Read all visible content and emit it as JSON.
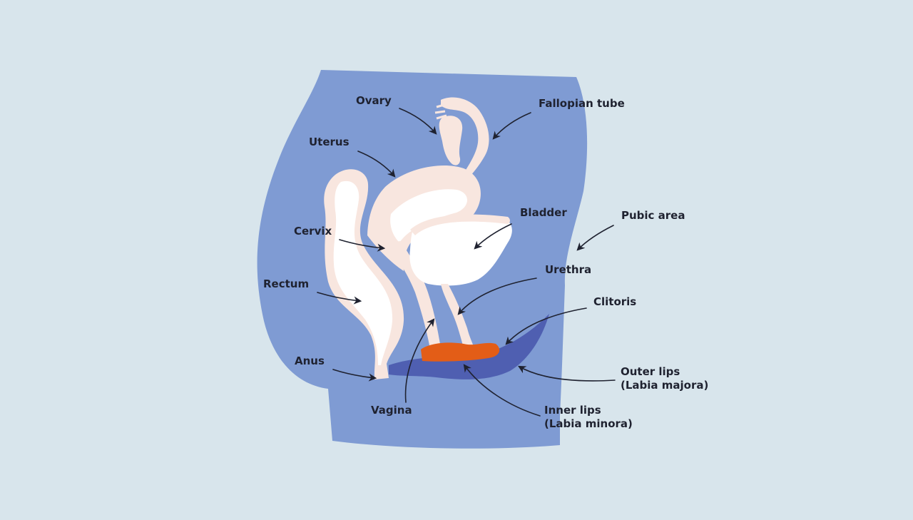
{
  "colors": {
    "background": "#d8e5ec",
    "body": "#7f9bd3",
    "organ_light": "#f8e6df",
    "organ_white": "#ffffff",
    "labia_dark": "#4f5fb1",
    "clitoris": "#e35d17",
    "text": "#1f2230"
  },
  "labels": {
    "ovary": "Ovary",
    "fallopian_tube": "Fallopian tube",
    "uterus": "Uterus",
    "bladder": "Bladder",
    "pubic_area": "Pubic area",
    "cervix": "Cervix",
    "urethra": "Urethra",
    "rectum": "Rectum",
    "clitoris": "Clitoris",
    "anus": "Anus",
    "outer_lips_line1": "Outer lips",
    "outer_lips_line2": "(Labia majora)",
    "vagina": "Vagina",
    "inner_lips_line1": "Inner lips",
    "inner_lips_line2": "(Labia minora)"
  }
}
